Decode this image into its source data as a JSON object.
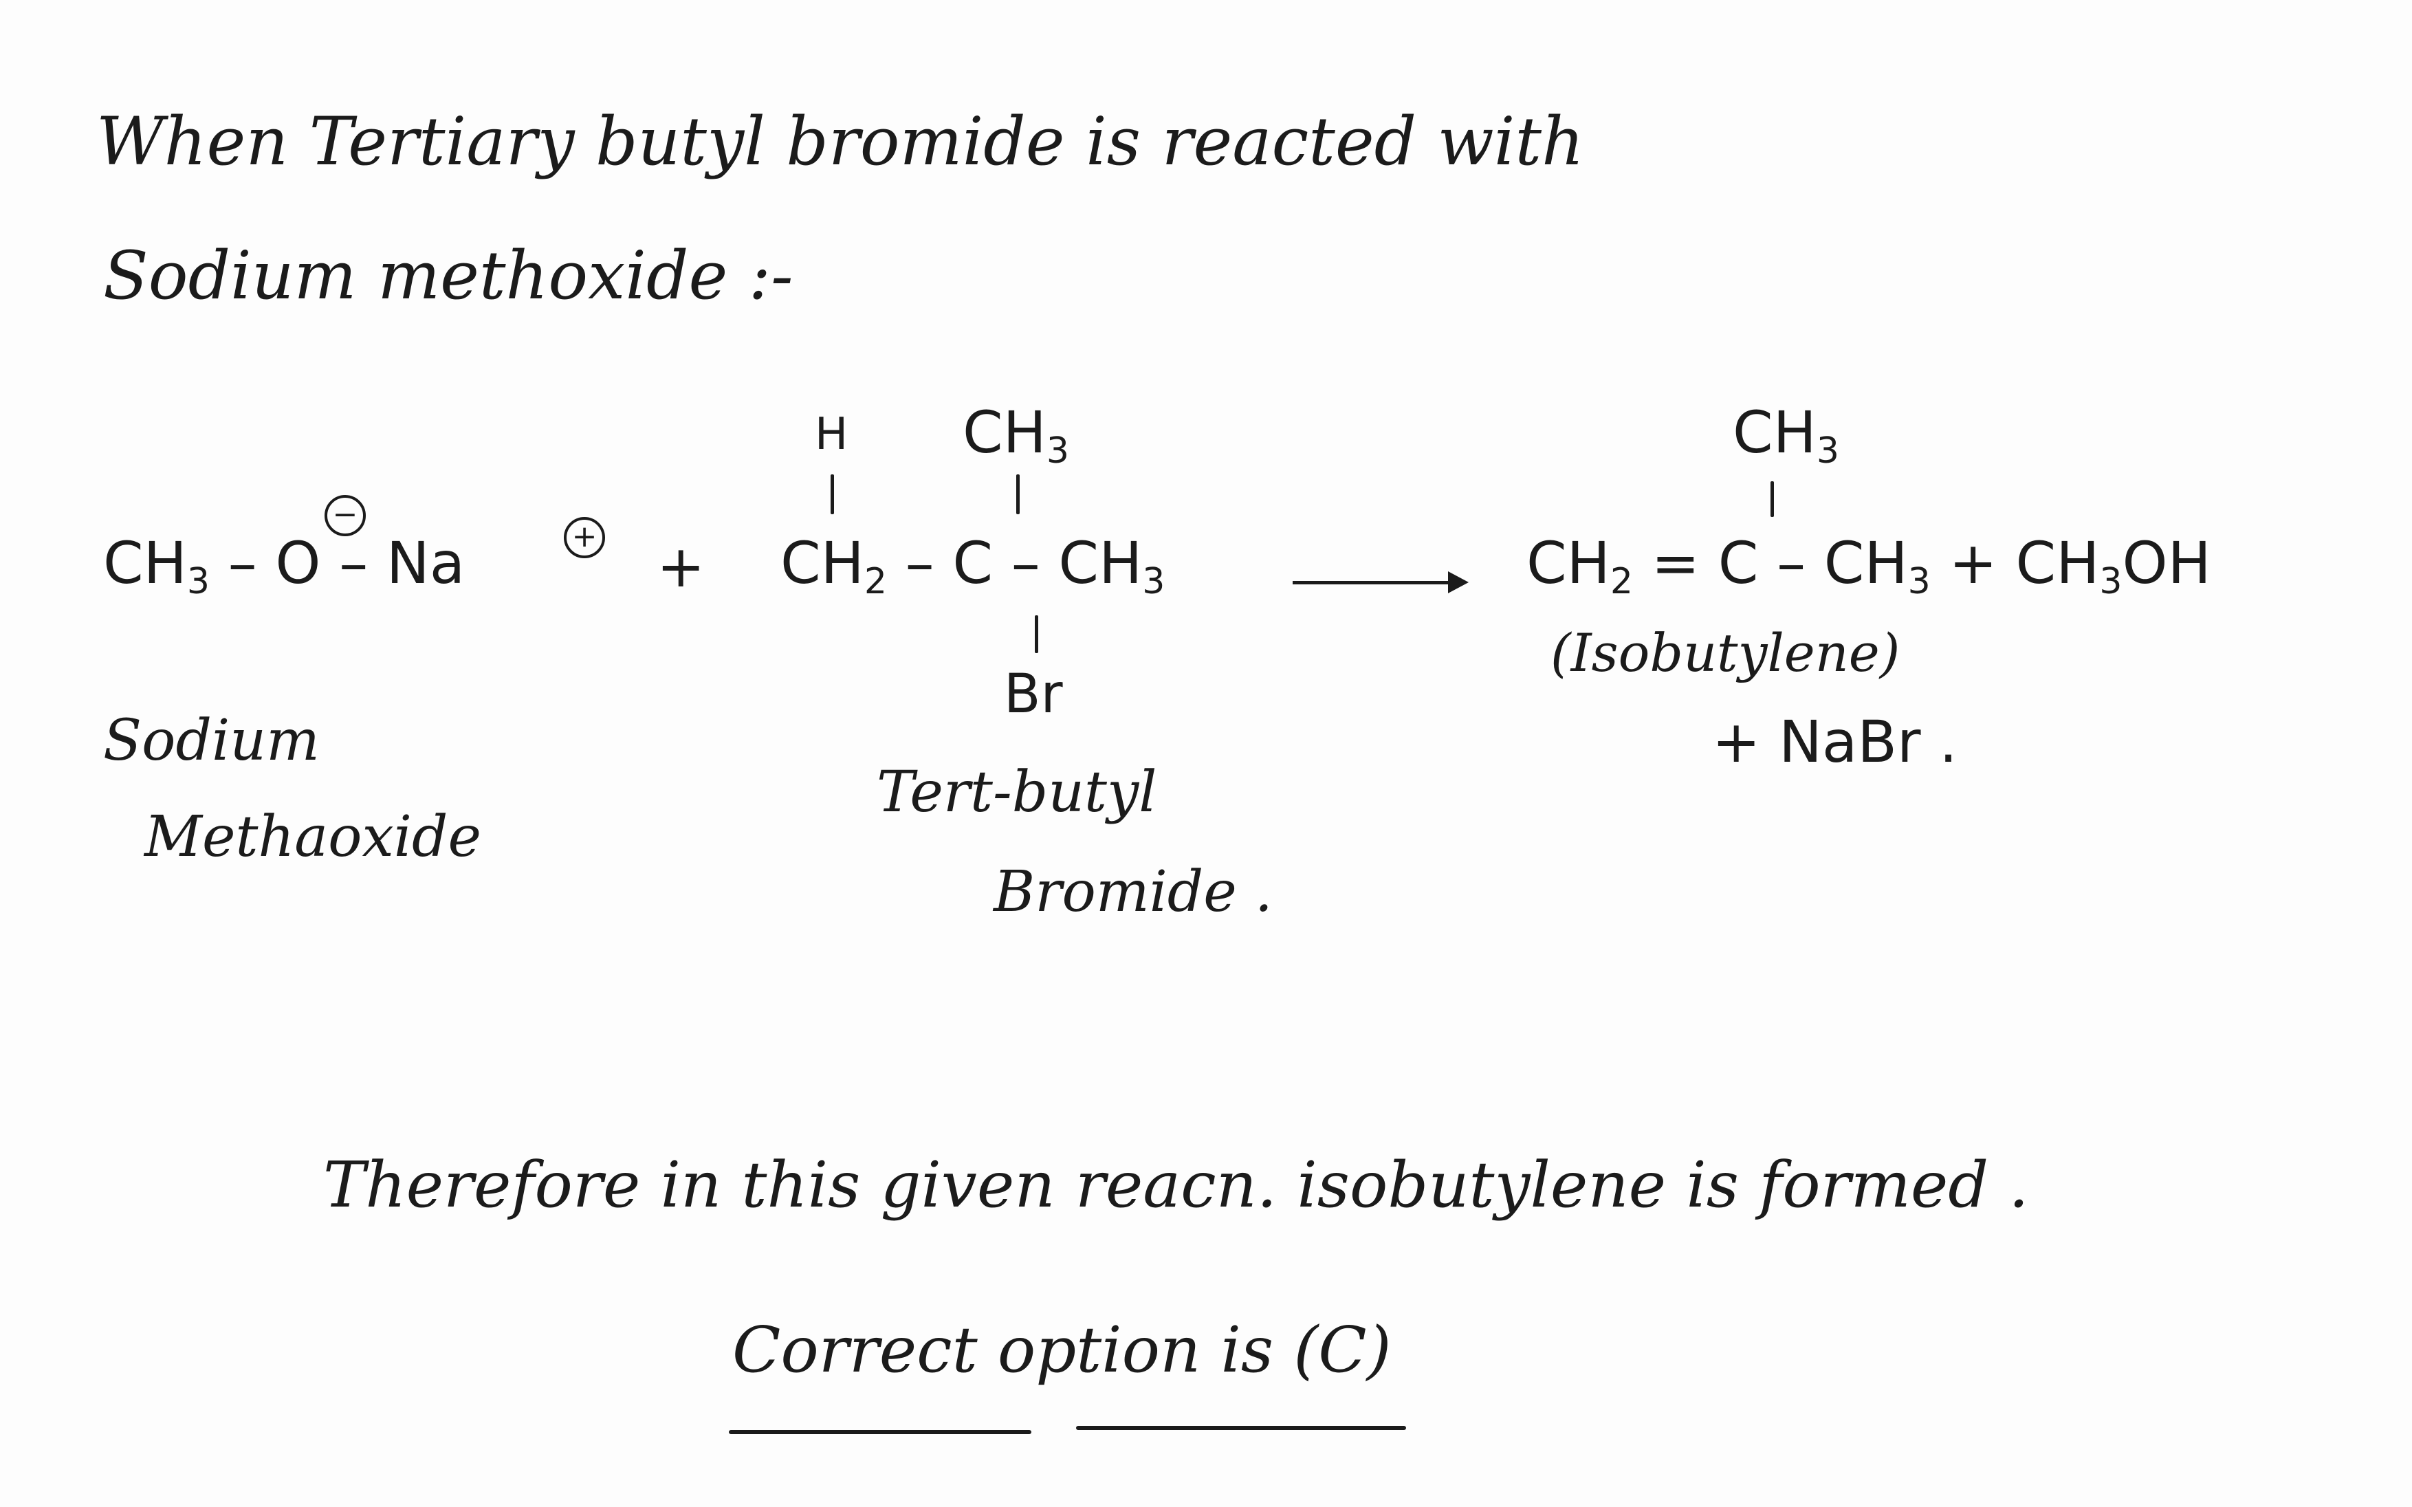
{
  "intro": {
    "line1": "When Tertiary butyl bromide is reacted with",
    "line2": "Sodium methoxide :-"
  },
  "reaction": {
    "reagent": {
      "formula": [
        "CH",
        "3",
        " – O – Na"
      ],
      "anion_charge": "−",
      "cation_charge": "+",
      "name_line1": "Sodium",
      "name_line2": "Methaoxide"
    },
    "plus": "+",
    "substrate": {
      "top_h": "H",
      "top_ch3": [
        "CH",
        "3"
      ],
      "chain": [
        "CH",
        "2",
        " – C – CH",
        "3"
      ],
      "bottom_br": "Br",
      "name_line1": "Tert-butyl",
      "name_line2": "Bromide ."
    },
    "product": {
      "top_ch3": [
        "CH",
        "3"
      ],
      "chain": [
        "CH",
        "2",
        " = C – CH",
        "3",
        " + CH",
        "3",
        "OH"
      ],
      "name": "(Isobutylene)",
      "byproduct": "+ NaBr ."
    }
  },
  "conclusion": {
    "line1": "Therefore in this given reacn. isobutylene is formed .",
    "line2": "Correct option is (C)"
  }
}
